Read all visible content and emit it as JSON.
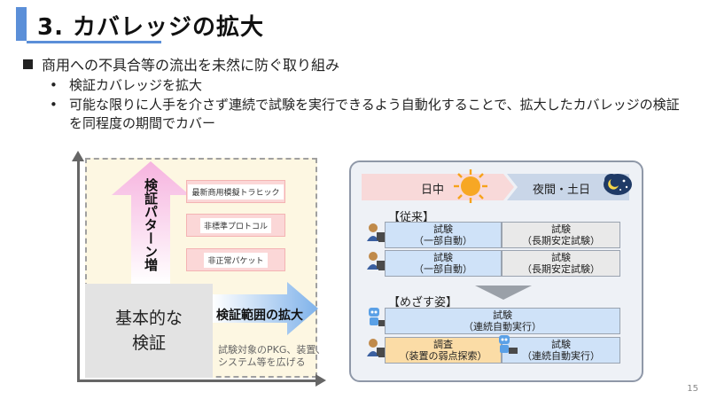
{
  "title": "3. カバレッジの拡大",
  "bullets": {
    "main": "商用への不具合等の流出を未然に防ぐ取り組み",
    "sub1": "検証カバレッジを拡大",
    "sub2": "可能な限りに人手を介さず連続で試験を実行できるよう自動化することで、拡大したカバレッジの検証を同程度の期間でカバー"
  },
  "left_diagram": {
    "basic": "基本的な\n検証",
    "pattern_increase": "検証パターン増",
    "range_expand": "検証範囲の拡大",
    "range_note": "試験対象のPKG、装置、\nシステム等を広げる",
    "patterns": [
      "最新商用模擬トラヒック",
      "非標準プロトコル",
      "非正常パケット"
    ]
  },
  "right_panel": {
    "day": "日中",
    "night": "夜間・土日",
    "conventional": "【従来】",
    "goal": "【めざす姿】",
    "conv_rows": [
      {
        "left": "試験\n（一部自動）",
        "right": "試験\n（長期安定試験）"
      },
      {
        "left": "試験\n（一部自動）",
        "right": "試験\n（長期安定試験）"
      }
    ],
    "goal_row1": "試験\n（連続自動実行）",
    "goal_row2_left": "調査\n（装置の弱点探索）",
    "goal_row2_right": "試験\n（連続自動実行）"
  },
  "page_number": "15",
  "colors": {
    "accent": "#5b8fd8",
    "pattern_arrow": "#f9c6e6",
    "range_arrow": "#8ab8ec",
    "day": "#f8d9d9",
    "night": "#c9d6e8"
  }
}
